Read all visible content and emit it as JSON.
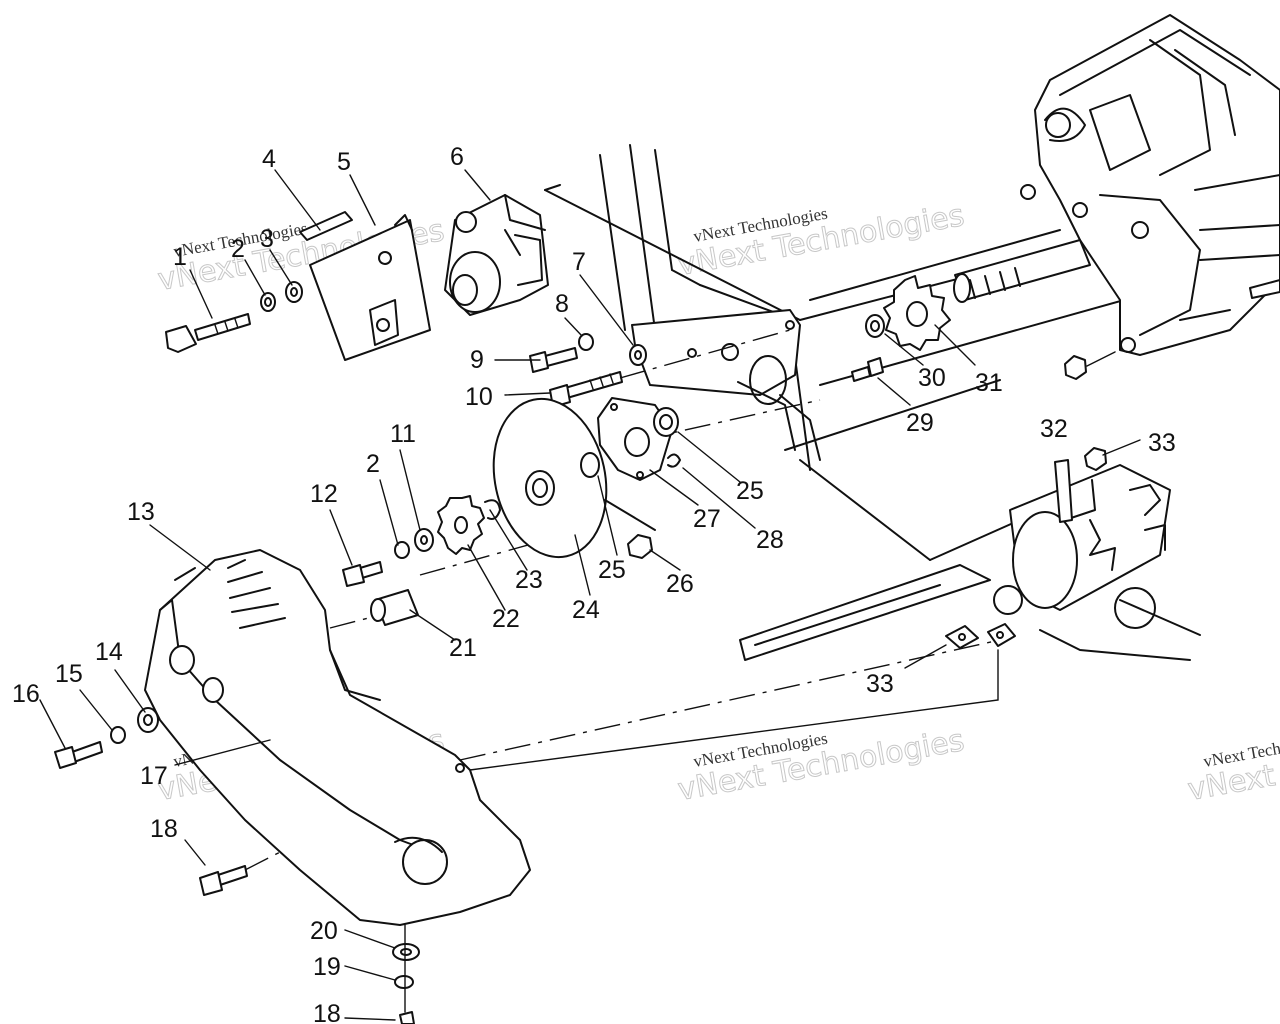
{
  "callouts": [
    {
      "id": "c1",
      "text": "1"
    },
    {
      "id": "c2a",
      "text": "2"
    },
    {
      "id": "c3",
      "text": "3"
    },
    {
      "id": "c4",
      "text": "4"
    },
    {
      "id": "c5",
      "text": "5"
    },
    {
      "id": "c6",
      "text": "6"
    },
    {
      "id": "c7",
      "text": "7"
    },
    {
      "id": "c8",
      "text": "8"
    },
    {
      "id": "c9",
      "text": "9"
    },
    {
      "id": "c10",
      "text": "10"
    },
    {
      "id": "c11",
      "text": "11"
    },
    {
      "id": "c2b",
      "text": "2"
    },
    {
      "id": "c12",
      "text": "12"
    },
    {
      "id": "c13",
      "text": "13"
    },
    {
      "id": "c14",
      "text": "14"
    },
    {
      "id": "c15",
      "text": "15"
    },
    {
      "id": "c16",
      "text": "16"
    },
    {
      "id": "c17",
      "text": "17"
    },
    {
      "id": "c18a",
      "text": "18"
    },
    {
      "id": "c18b",
      "text": "18"
    },
    {
      "id": "c19",
      "text": "19"
    },
    {
      "id": "c20",
      "text": "20"
    },
    {
      "id": "c21",
      "text": "21"
    },
    {
      "id": "c22",
      "text": "22"
    },
    {
      "id": "c23",
      "text": "23"
    },
    {
      "id": "c24",
      "text": "24"
    },
    {
      "id": "c25a",
      "text": "25"
    },
    {
      "id": "c25b",
      "text": "25"
    },
    {
      "id": "c26",
      "text": "26"
    },
    {
      "id": "c27",
      "text": "27"
    },
    {
      "id": "c28",
      "text": "28"
    },
    {
      "id": "c29",
      "text": "29"
    },
    {
      "id": "c30",
      "text": "30"
    },
    {
      "id": "c31",
      "text": "31"
    },
    {
      "id": "c32",
      "text": "32"
    },
    {
      "id": "c33a",
      "text": "33"
    },
    {
      "id": "c33b",
      "text": "33"
    }
  ],
  "watermark": {
    "line1": "vNext Technologies",
    "line2": "vNext Technologies"
  }
}
